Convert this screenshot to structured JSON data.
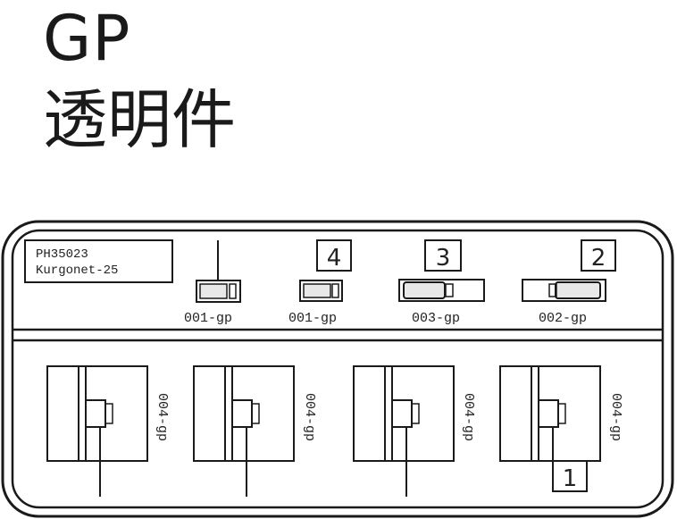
{
  "title": "GP",
  "subtitle": "透明件",
  "label_box": {
    "line1": "PH35023",
    "line2": "Kurgonet-25"
  },
  "top_parts": [
    {
      "code": "001-gp",
      "number": ""
    },
    {
      "code": "001-gp",
      "number": "4"
    },
    {
      "code": "003-gp",
      "number": "3"
    },
    {
      "code": "002-gp",
      "number": "2"
    }
  ],
  "bottom_parts": [
    {
      "code": "004-gp"
    },
    {
      "code": "004-gp"
    },
    {
      "code": "004-gp"
    },
    {
      "code": "004-gp"
    }
  ],
  "bottom_number": "1"
}
